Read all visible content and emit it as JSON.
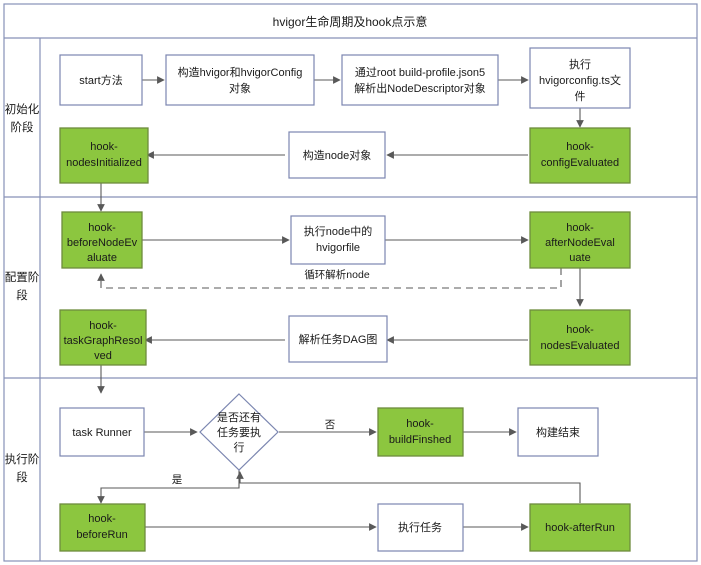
{
  "diagram": {
    "title": "hvigor生命周期及hook点示意",
    "colors": {
      "green_fill": "#8CC63F",
      "green_stroke": "#6E8B3D",
      "white_fill": "#FFFFFF",
      "box_stroke": "#7B86B0",
      "frame_stroke": "#8791B8",
      "edge_stroke": "#595959",
      "text": "#1A1A1A"
    },
    "stages": [
      {
        "id": "stage-init",
        "label": "初始化\n阶段",
        "line1": "初始化",
        "line2": "阶段"
      },
      {
        "id": "stage-config",
        "label": "配置阶\n段",
        "line1": "配置阶",
        "line2": "段"
      },
      {
        "id": "stage-exec",
        "label": "执行阶\n段",
        "line1": "执行阶",
        "line2": "段"
      }
    ],
    "nodes": {
      "start_method": {
        "lines": [
          "start方法"
        ]
      },
      "build_hvigor_config": {
        "lines": [
          "构造hvigor和hvigorConfig",
          "对象"
        ]
      },
      "parse_node_desc": {
        "lines": [
          "通过root build-profile.json5",
          "解析出NodeDescriptor对象"
        ]
      },
      "exec_hvigorconfig": {
        "lines": [
          "执行",
          "hvigorconfig.ts文",
          "件"
        ]
      },
      "hook_config_evaluated": {
        "lines": [
          "hook-",
          "configEvaluated"
        ]
      },
      "build_node_object": {
        "lines": [
          "构造node对象"
        ]
      },
      "hook_nodes_initialized": {
        "lines": [
          "hook-",
          "nodesInitialized"
        ]
      },
      "hook_before_node_evaluate": {
        "lines": [
          "hook-",
          "beforeNodeEv",
          "aluate"
        ]
      },
      "exec_node_hvigorfile": {
        "lines": [
          "执行node中的",
          "hvigorfile"
        ]
      },
      "hook_after_node_evaluate": {
        "lines": [
          "hook-",
          "afterNodeEval",
          "uate"
        ]
      },
      "hook_task_graph_resolved": {
        "lines": [
          "hook-",
          "taskGraphResol",
          "ved"
        ]
      },
      "parse_task_dag": {
        "lines": [
          "解析任务DAG图"
        ]
      },
      "hook_nodes_evaluated": {
        "lines": [
          "hook-",
          "nodesEvaluated"
        ]
      },
      "task_runner": {
        "lines": [
          "task Runner"
        ]
      },
      "decision_more_tasks": {
        "lines": [
          "是否还有",
          "任务要执",
          "行"
        ]
      },
      "hook_build_finshed": {
        "lines": [
          "hook-",
          "buildFinshed"
        ]
      },
      "build_end": {
        "lines": [
          "构建结束"
        ]
      },
      "hook_before_run": {
        "lines": [
          "hook-",
          "beforeRun"
        ]
      },
      "exec_task": {
        "lines": [
          "执行任务"
        ]
      },
      "hook_after_run": {
        "lines": [
          "hook-afterRun"
        ]
      }
    },
    "edge_labels": {
      "loop_parse_node": "循环解析node",
      "decision_no": "否",
      "decision_yes": "是"
    }
  }
}
